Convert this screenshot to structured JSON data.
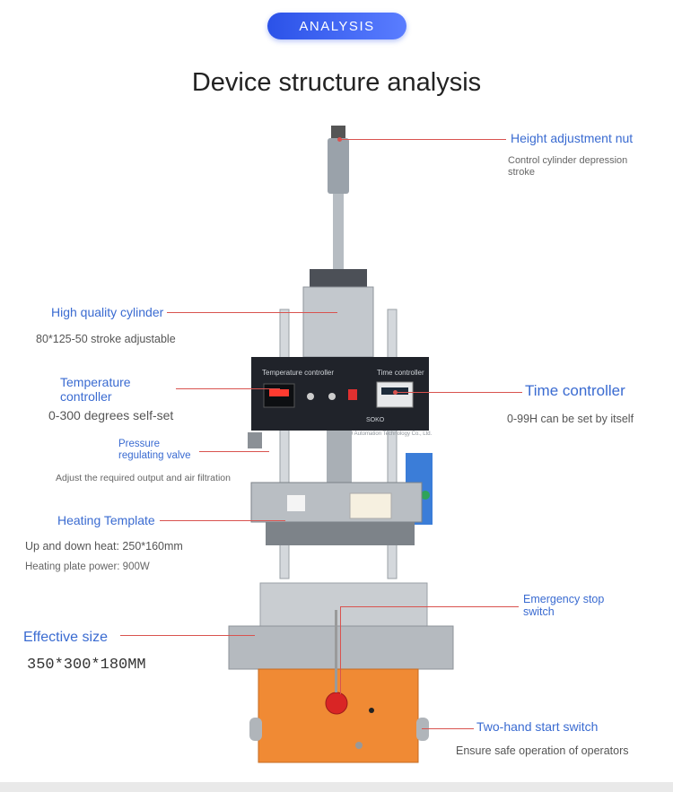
{
  "header": {
    "badge": "ANALYSIS",
    "title": "Device structure analysis"
  },
  "labels": {
    "height_nut": {
      "title": "Height adjustment nut",
      "desc": "Control cylinder depression stroke"
    },
    "cylinder": {
      "title": "High quality cylinder",
      "desc": "80*125-50 stroke adjustable"
    },
    "temp_controller": {
      "title": "Temperature controller",
      "desc": "0-300 degrees self-set"
    },
    "time_controller": {
      "title": "Time controller",
      "desc": "0-99H can be set by itself"
    },
    "pressure_valve": {
      "title": "Pressure regulating valve",
      "desc": "Adjust the required output and air filtration"
    },
    "heating_template": {
      "title": "Heating Template",
      "desc1": "Up and down heat: 250*160mm",
      "desc2": "Heating plate power: 900W"
    },
    "effective_size": {
      "title": "Effective size",
      "desc": "350*300*180MM"
    },
    "emergency_stop": {
      "title": "Emergency stop switch"
    },
    "two_hand_start": {
      "title": "Two-hand start switch",
      "desc": "Ensure safe operation of operators"
    }
  },
  "machine_panel": {
    "temperature_label": "Temperature controller",
    "time_label": "Time controller",
    "brand": "SOKO",
    "maker": "SECCO Automation Technology Co., Ltd."
  },
  "colors": {
    "accent": "#3a6bd1",
    "leader": "#d9534f",
    "badge": "#2b52e8",
    "base_orange": "#f08a34"
  }
}
